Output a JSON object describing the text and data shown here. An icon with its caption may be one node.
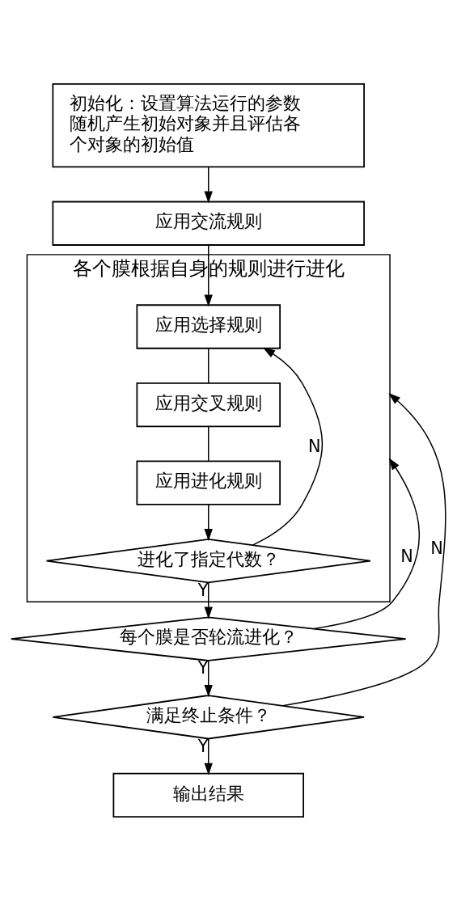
{
  "diagram": {
    "nodes": [
      {
        "text": [
          "初始化：设置算法运行的参数随机产生初始对象并且评估各个对象的初始值"
        ]
      },
      {
        "text": [
          "应用交流规则"
        ]
      },
      {
        "text": [
          "各个膜根据自身的规则进行进化"
        ]
      },
      {
        "text": [
          "应用选择规则"
        ],
        "in": 2
      },
      {
        "text": [
          "应用交叉规则"
        ],
        "in": 2
      },
      {
        "text": [
          "应用进化规则"
        ],
        "in": 2
      },
      {
        "text": [
          "进化了指定代数？"
        ],
        "in": 2
      },
      {
        "text": [
          "每个膜是否轮流进化？"
        ]
      },
      {
        "text": [
          "满足终止条件？"
        ]
      },
      {
        "text": [
          "输出结果"
        ]
      }
    ],
    "edges": [
      {
        "from": 0,
        "to": 1,
        "arrow": "to"
      },
      {
        "from": 1,
        "to": 3,
        "arrow": "to"
      },
      {
        "from": 3,
        "to": 4,
        "arrow": "none"
      },
      {
        "from": 4,
        "to": 5,
        "arrow": "none"
      },
      {
        "from": 5,
        "to": 6,
        "arrow": "to"
      },
      {
        "from": 6,
        "to": 3,
        "arrow": "to",
        "label": "N"
      },
      {
        "from": 6,
        "to": 7,
        "arrow": "to",
        "label": "Y"
      },
      {
        "from": 7,
        "to": 2,
        "arrow": "to",
        "label": "N"
      },
      {
        "from": 7,
        "to": 8,
        "arrow": "to",
        "label": "Y"
      },
      {
        "from": 8,
        "to": 2,
        "arrow": "to",
        "label": "N"
      },
      {
        "from": 8,
        "to": 9,
        "arrow": "to",
        "label": "Y"
      }
    ]
  }
}
